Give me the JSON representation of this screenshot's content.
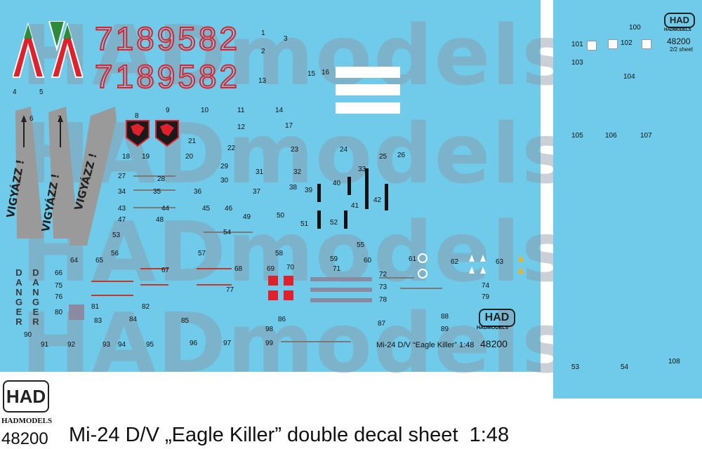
{
  "title": "Mi-24 D/V „Eagle Killer” double decal sheet",
  "scale": "1:48",
  "product_code": "48200",
  "brand": "HADMODELS",
  "logo_text": "HAD",
  "watermark": "HADmodels",
  "serial_numbers": [
    "7189582",
    "7189582"
  ],
  "sheet_caption": "Mi-24 D/V “Eagle Killer” 1:48",
  "sheet_code": "48200",
  "sheet_brand": "HADMODELS",
  "sheet_logo": "HAD",
  "side_sheet": {
    "logo": "HAD",
    "brand": "HADMODELS",
    "code": "48200",
    "label": "2/2 sheet"
  },
  "danger_text": "DANGER",
  "vigyazz_text": "VIGYÁZZ !",
  "decal_numbers": [
    "1",
    "2",
    "3",
    "4",
    "5",
    "6",
    "7",
    "8",
    "9",
    "10",
    "11",
    "12",
    "13",
    "14",
    "15",
    "16",
    "17",
    "18",
    "19",
    "20",
    "21",
    "22",
    "23",
    "24",
    "25",
    "26",
    "27",
    "28",
    "29",
    "30",
    "31",
    "32",
    "33",
    "34",
    "35",
    "36",
    "37",
    "38",
    "39",
    "40",
    "41",
    "42",
    "43",
    "44",
    "45",
    "46",
    "47",
    "48",
    "49",
    "50",
    "51",
    "52",
    "53",
    "54",
    "55",
    "56",
    "57",
    "58",
    "59",
    "60",
    "61",
    "62",
    "63",
    "64",
    "65",
    "66",
    "67",
    "68",
    "69",
    "70",
    "71",
    "72",
    "73",
    "74",
    "75",
    "76",
    "77",
    "78",
    "79",
    "80",
    "81",
    "82",
    "83",
    "84",
    "85",
    "86",
    "87",
    "88",
    "89",
    "90",
    "91",
    "92",
    "93",
    "94",
    "95",
    "96",
    "97",
    "98",
    "99"
  ],
  "side_numbers": [
    "100",
    "101",
    "102",
    "103",
    "104",
    "105",
    "106",
    "107",
    "53",
    "54",
    "108"
  ],
  "colors": {
    "sheet_blue": "#6fcbe9",
    "serial_red": "#e0202a",
    "hungary_green": "#2e8b3a",
    "hungary_red": "#e0202a"
  }
}
